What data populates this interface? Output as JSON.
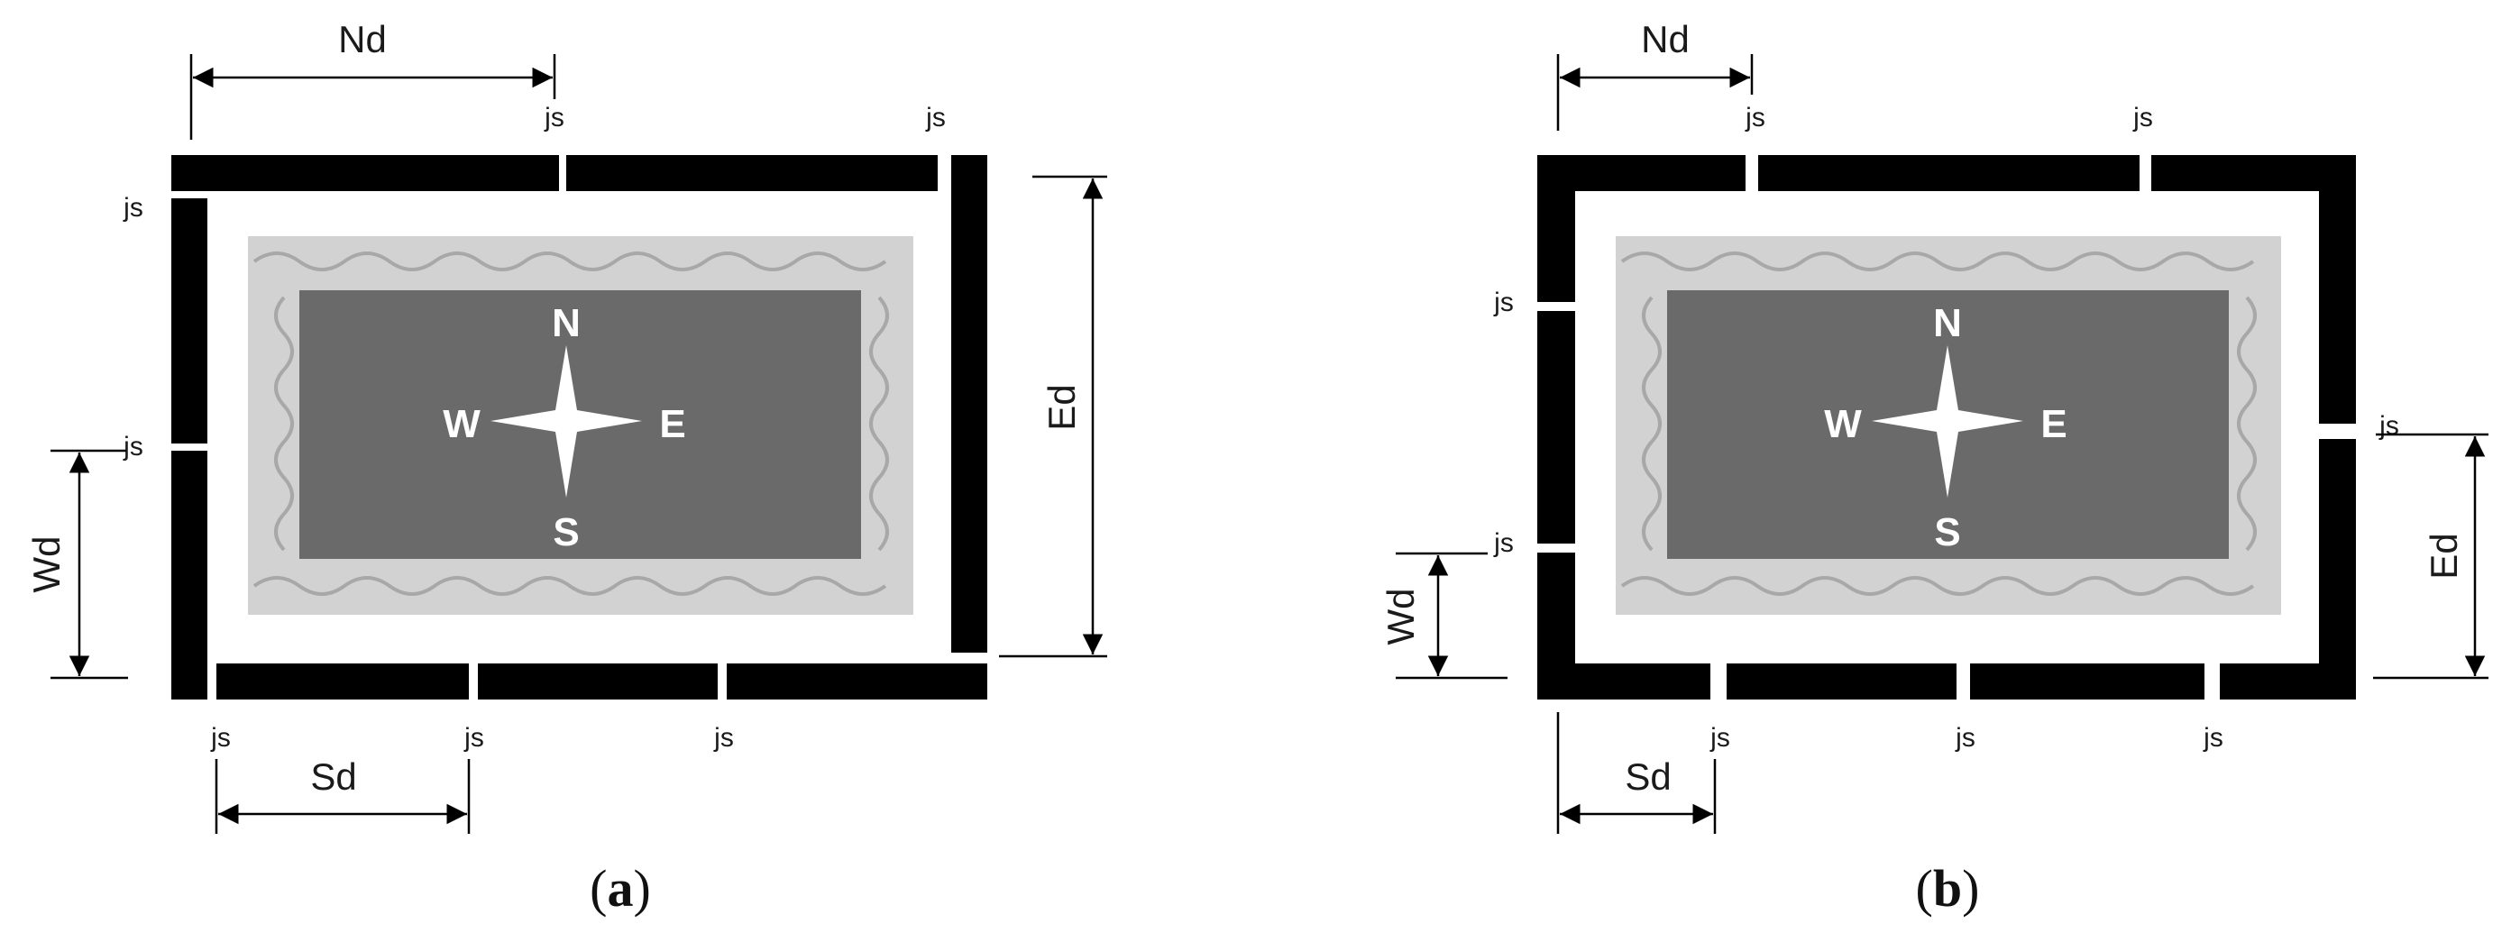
{
  "panels": [
    {
      "caption": {
        "open": "(",
        "letter": "a",
        "close": ")"
      },
      "dimensions": {
        "north": "Nd",
        "south": "Sd",
        "west": "Wd",
        "east": "Ed"
      },
      "joint_label": "js",
      "compass": {
        "n": "N",
        "s": "S",
        "w": "W",
        "e": "E"
      }
    },
    {
      "caption": {
        "open": "(",
        "letter": "b",
        "close": ")"
      },
      "dimensions": {
        "north": "Nd",
        "south": "Sd",
        "west": "Wd",
        "east": "Ed"
      },
      "joint_label": "js",
      "compass": {
        "n": "N",
        "s": "S",
        "w": "W",
        "e": "E"
      }
    }
  ],
  "colors": {
    "wall": "#000000",
    "pit_outer": "#d2d2d2",
    "pit_inner": "#6a6a6a",
    "wave": "#a8a8a8",
    "compass": "#ffffff"
  }
}
